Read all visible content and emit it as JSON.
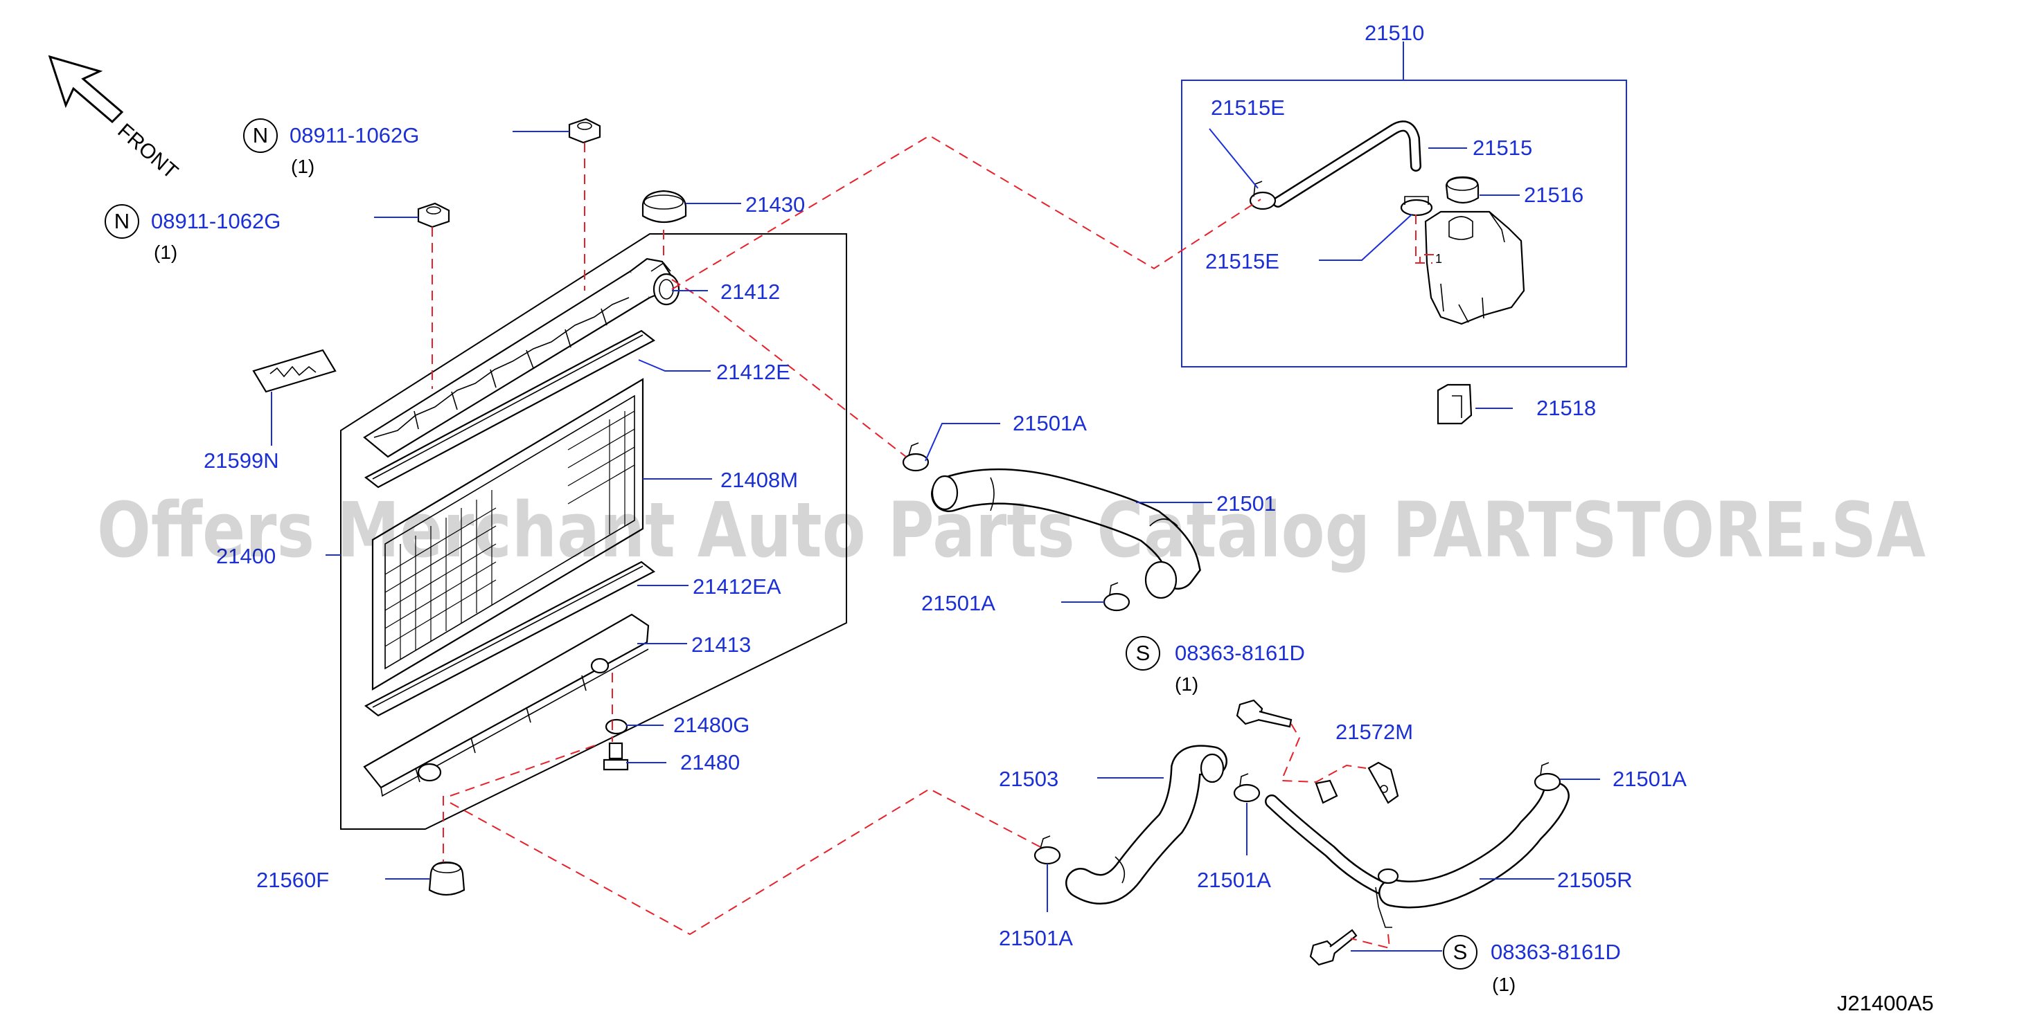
{
  "labels": {
    "l21510": "21510",
    "l21515E_a": "21515E",
    "l21515": "21515",
    "l21516": "21516",
    "l21515E_b": "21515E",
    "l21518": "21518",
    "n1_part": "08911-1062G",
    "n1_qty": "(1)",
    "n2_part": "08911-1062G",
    "n2_qty": "(1)",
    "l21430": "21430",
    "l21412": "21412",
    "l21412E": "21412E",
    "l21599N": "21599N",
    "l21408M": "21408M",
    "l21400": "21400",
    "l21412EA": "21412EA",
    "l21413": "21413",
    "l21480G": "21480G",
    "l21480": "21480",
    "l21560F": "21560F",
    "l21501A_1": "21501A",
    "l21501": "21501",
    "l21501A_2": "21501A",
    "s1_part": "08363-8161D",
    "s1_qty": "(1)",
    "l21572M": "21572M",
    "l21503": "21503",
    "l21501A_3": "21501A",
    "l21501A_4": "21501A",
    "l21501A_5": "21501A",
    "l21505R": "21505R",
    "s2_part": "08363-8161D",
    "s2_qty": "(1)"
  },
  "symbols": {
    "n1": "N",
    "n2": "N",
    "s1": "S",
    "s2": "S"
  },
  "front_label": "FRONT",
  "diagram_code": "J21400A5",
  "watermark": "Offers Merchant Auto Parts Catalog PARTSTORE.SA",
  "colors": {
    "label": "#1a2fd6",
    "dash": "#e8202a",
    "line": "#000000"
  }
}
